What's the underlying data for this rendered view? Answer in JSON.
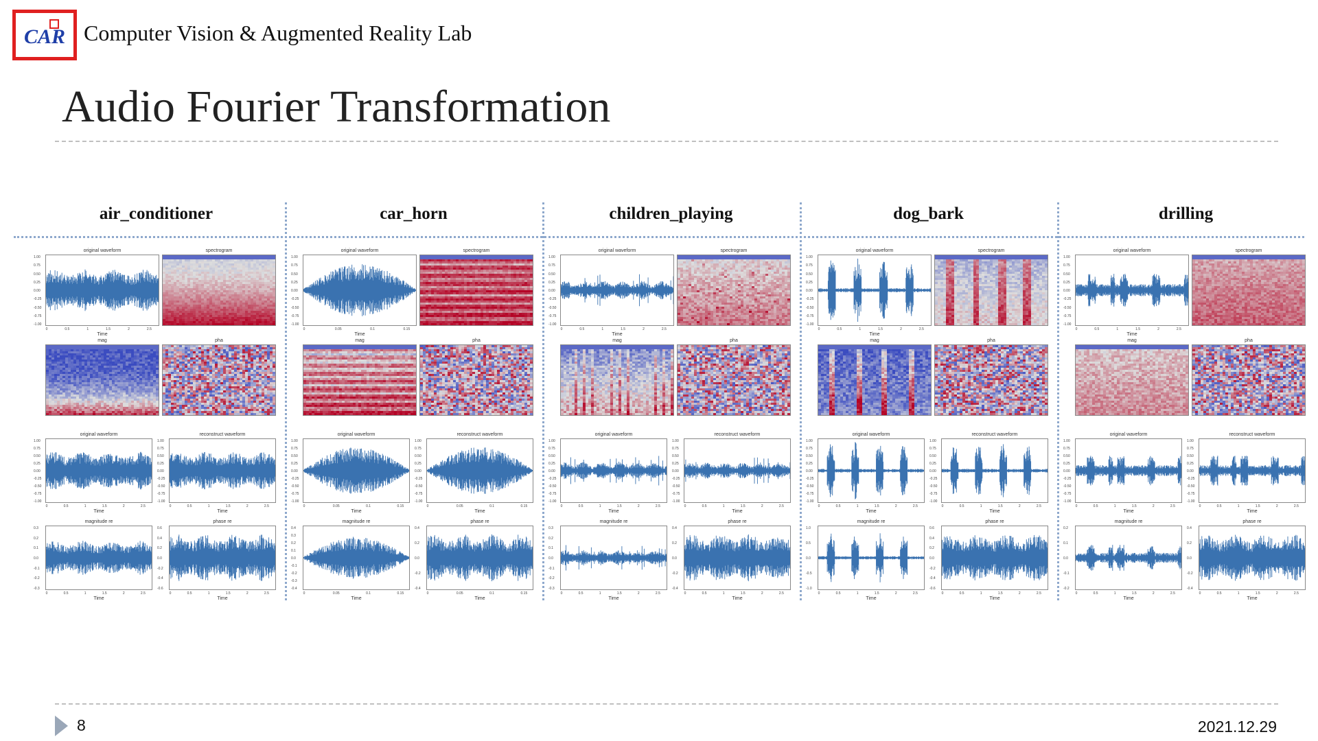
{
  "header": {
    "logo_text": "CAR",
    "lab_name": "Computer Vision & Augmented Reality Lab",
    "slide_title": "Audio Fourier Transformation"
  },
  "panel_titles": {
    "original_waveform": "original waveform",
    "spectrogram": "spectrogram",
    "mag": "mag",
    "pha": "pha",
    "reconstruct_waveform": "reconstruct waveform",
    "magnitude_re": "magnitude re",
    "phase_re": "phase re",
    "time_axis": "Time"
  },
  "categories": [
    {
      "name": "air_conditioner",
      "time_ticks": [
        "0",
        "0.5",
        "1",
        "1.5",
        "2",
        "2.5"
      ],
      "mag_ticks": [
        "0.3",
        "0.2",
        "0.1",
        "0.0",
        "-0.1",
        "-0.2",
        "-0.3"
      ],
      "phase_ticks": [
        "0.6",
        "0.4",
        "0.2",
        "0.0",
        "-0.2",
        "-0.4",
        "-0.6"
      ],
      "waveform_amplitude": 0.6,
      "waveform_pattern": "stationary",
      "spectrogram_style": "gradient",
      "mag_style": "gradient-blue"
    },
    {
      "name": "car_horn",
      "time_ticks": [
        "0",
        "0.05",
        "0.1",
        "0.15"
      ],
      "mag_ticks": [
        "0.4",
        "0.3",
        "0.2",
        "0.1",
        "0.0",
        "-0.1",
        "-0.2",
        "-0.3",
        "-0.4"
      ],
      "phase_ticks": [
        "0.4",
        "0.2",
        "0.0",
        "-0.2",
        "-0.4"
      ],
      "waveform_amplitude": 0.75,
      "waveform_pattern": "envelope",
      "spectrogram_style": "stripes",
      "mag_style": "stripes-blue"
    },
    {
      "name": "children_playing",
      "time_ticks": [
        "0",
        "0.5",
        "1",
        "1.5",
        "2",
        "2.5"
      ],
      "mag_ticks": [
        "0.3",
        "0.2",
        "0.1",
        "0.0",
        "-0.1",
        "-0.2",
        "-0.3"
      ],
      "phase_ticks": [
        "0.4",
        "0.2",
        "0.0",
        "-0.2",
        "-0.4"
      ],
      "waveform_amplitude": 0.45,
      "waveform_pattern": "bursty",
      "spectrogram_style": "speckle",
      "mag_style": "speckle-blue"
    },
    {
      "name": "dog_bark",
      "time_ticks": [
        "0",
        "0.5",
        "1",
        "1.5",
        "2",
        "2.5"
      ],
      "mag_ticks": [
        "1.0",
        "0.5",
        "0.0",
        "-0.5",
        "-1.0"
      ],
      "phase_ticks": [
        "0.6",
        "0.4",
        "0.2",
        "0.0",
        "-0.2",
        "-0.4",
        "-0.6"
      ],
      "waveform_amplitude": 0.95,
      "waveform_pattern": "barks",
      "spectrogram_style": "barks",
      "mag_style": "barks-blue"
    },
    {
      "name": "drilling",
      "time_ticks": [
        "0",
        "0.5",
        "1",
        "1.5",
        "2",
        "2.5"
      ],
      "mag_ticks": [
        "0.2",
        "0.1",
        "0.0",
        "-0.1",
        "-0.2"
      ],
      "phase_ticks": [
        "0.4",
        "0.2",
        "0.0",
        "-0.2",
        "-0.4"
      ],
      "waveform_amplitude": 0.5,
      "waveform_pattern": "drill",
      "spectrogram_style": "dense",
      "mag_style": "dense-warm"
    }
  ],
  "amplitude_ticks": [
    "1.00",
    "0.75",
    "0.50",
    "0.25",
    "0.00",
    "-0.25",
    "-0.50",
    "-0.75",
    "-1.00"
  ],
  "footer": {
    "slide_number": "8",
    "date": "2021.12.29"
  },
  "colors": {
    "waveform": "#3a72b0",
    "logo_border": "#e02020",
    "logo_text": "#1f3fa8",
    "separator": "#8ea8cc"
  }
}
